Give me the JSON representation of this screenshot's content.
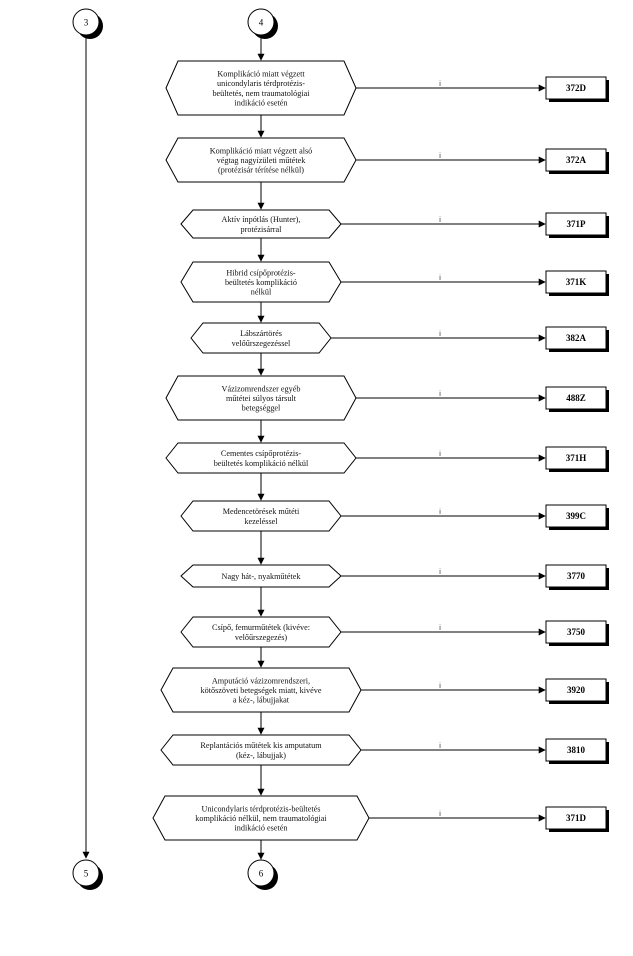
{
  "connectors": {
    "top_left": "3",
    "top_center": "4",
    "bottom_left": "5",
    "bottom_center": "6"
  },
  "yes_label": "i",
  "steps": [
    {
      "lines": [
        "Komplikáció miatt végzett",
        "unicondylaris térdprotézis-",
        "beültetés, nem traumatológiai",
        "indikáció esetén"
      ],
      "code": "372D"
    },
    {
      "lines": [
        "Komplikáció miatt végzett alsó",
        "végtag nagyízületi műtétek",
        "(protézisár térítése nélkül)"
      ],
      "code": "372A"
    },
    {
      "lines": [
        "Aktív ínpótlás (Hunter),",
        "protézisárral"
      ],
      "code": "371P"
    },
    {
      "lines": [
        "Hibrid csípőprotézis-",
        "beültetés komplikáció",
        "nélkül"
      ],
      "code": "371K"
    },
    {
      "lines": [
        "Lábszártörés",
        "velőűrszegezéssel"
      ],
      "code": "382A"
    },
    {
      "lines": [
        "Vázizomrendszer egyéb",
        "műtétei súlyos társult",
        "betegséggel"
      ],
      "code": "488Z"
    },
    {
      "lines": [
        "Cementes csípőprotézis-",
        "beültetés komplikáció nélkül"
      ],
      "code": "371H"
    },
    {
      "lines": [
        "Medencetörések műtéti",
        "kezeléssel"
      ],
      "code": "399C"
    },
    {
      "lines": [
        "Nagy  hát-, nyakműtétek"
      ],
      "code": "3770"
    },
    {
      "lines": [
        "Csípő, femurműtétek (kivéve:",
        "velőűrszegezés)"
      ],
      "code": "3750"
    },
    {
      "lines": [
        "Amputáció vázizomrendszeri,",
        "kötőszöveti betegségek  miatt, kivéve",
        "a kéz-, lábujjakat"
      ],
      "code": "3920"
    },
    {
      "lines": [
        "Replantációs műtétek kis amputatum",
        "(kéz-, lábujjak)"
      ],
      "code": "3810"
    },
    {
      "lines": [
        "Unicondylaris térdprotézis-beültetés",
        "komplikáció nélkül, nem traumatológiai",
        "indikáció esetén"
      ],
      "code": "371D"
    }
  ]
}
